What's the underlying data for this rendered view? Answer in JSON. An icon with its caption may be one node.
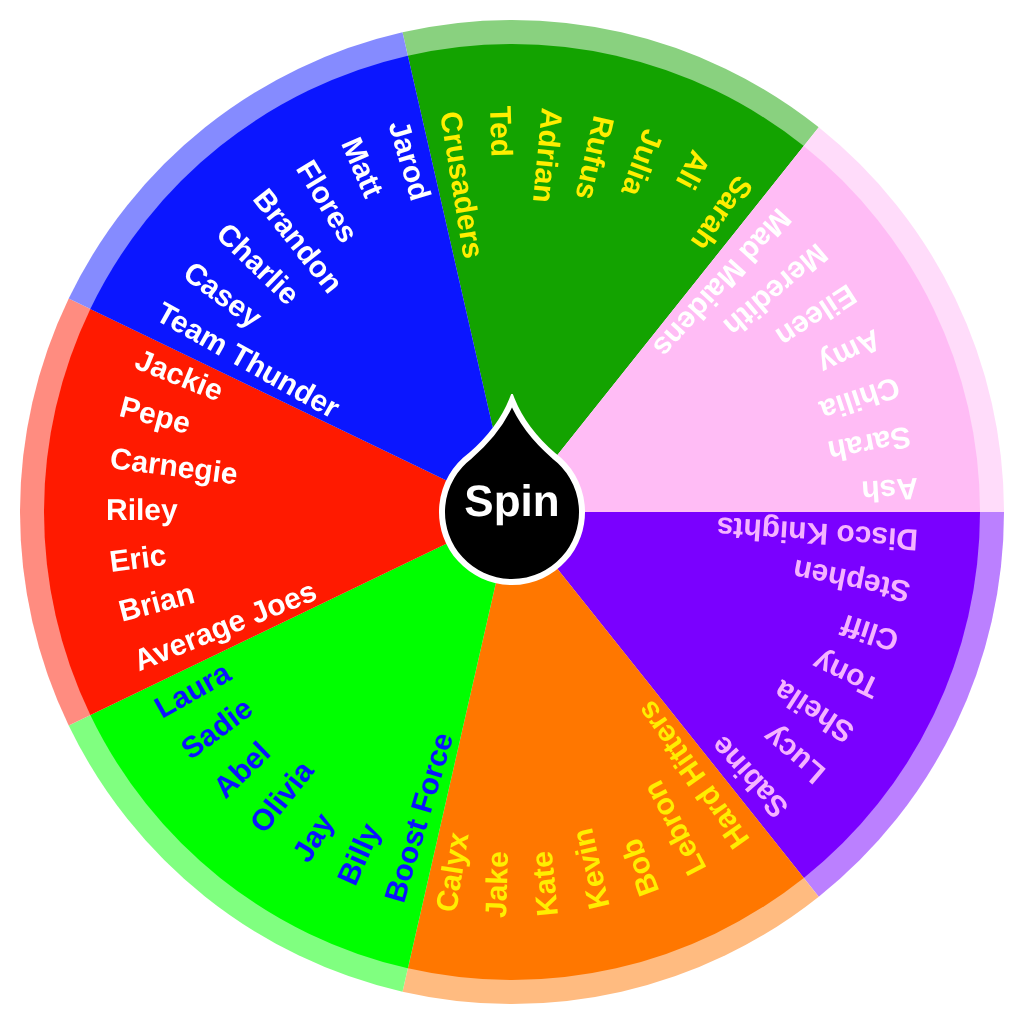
{
  "diagram": {
    "nodes": [
      {
        "text": [
          "Crusaders",
          "Ted",
          "Adrian",
          "Rufus",
          "Julia",
          "Ali",
          "Sarah"
        ]
      },
      {
        "text": [
          "Mad Maidens",
          "Meredith",
          "Eileen",
          "Amy",
          "Chilia",
          "Sarah",
          "Ash"
        ]
      },
      {
        "text": [
          "Disco Knights",
          "Stephen",
          "Cliff",
          "Tony",
          "Sheila",
          "Lucy",
          "Sabine"
        ]
      },
      {
        "text": [
          "Hard Hitters",
          "Lebron",
          "Bob",
          "Kevin",
          "Kate",
          "Jake",
          "Calyx"
        ]
      },
      {
        "text": [
          "Boost Force",
          "Billy",
          "Jay",
          "Olivia",
          "Abel",
          "Sadie",
          "Laura"
        ]
      },
      {
        "text": [
          "Average Joes",
          "Brian",
          "Eric",
          "Riley",
          "Carnegie",
          "Pepe",
          "Jackie"
        ]
      },
      {
        "text": [
          "Team Thunder",
          "Casey",
          "Charlie",
          "Brandon",
          "Flores",
          "Matt",
          "Jarod"
        ]
      },
      {
        "text": [
          "Spin"
        ]
      }
    ]
  }
}
